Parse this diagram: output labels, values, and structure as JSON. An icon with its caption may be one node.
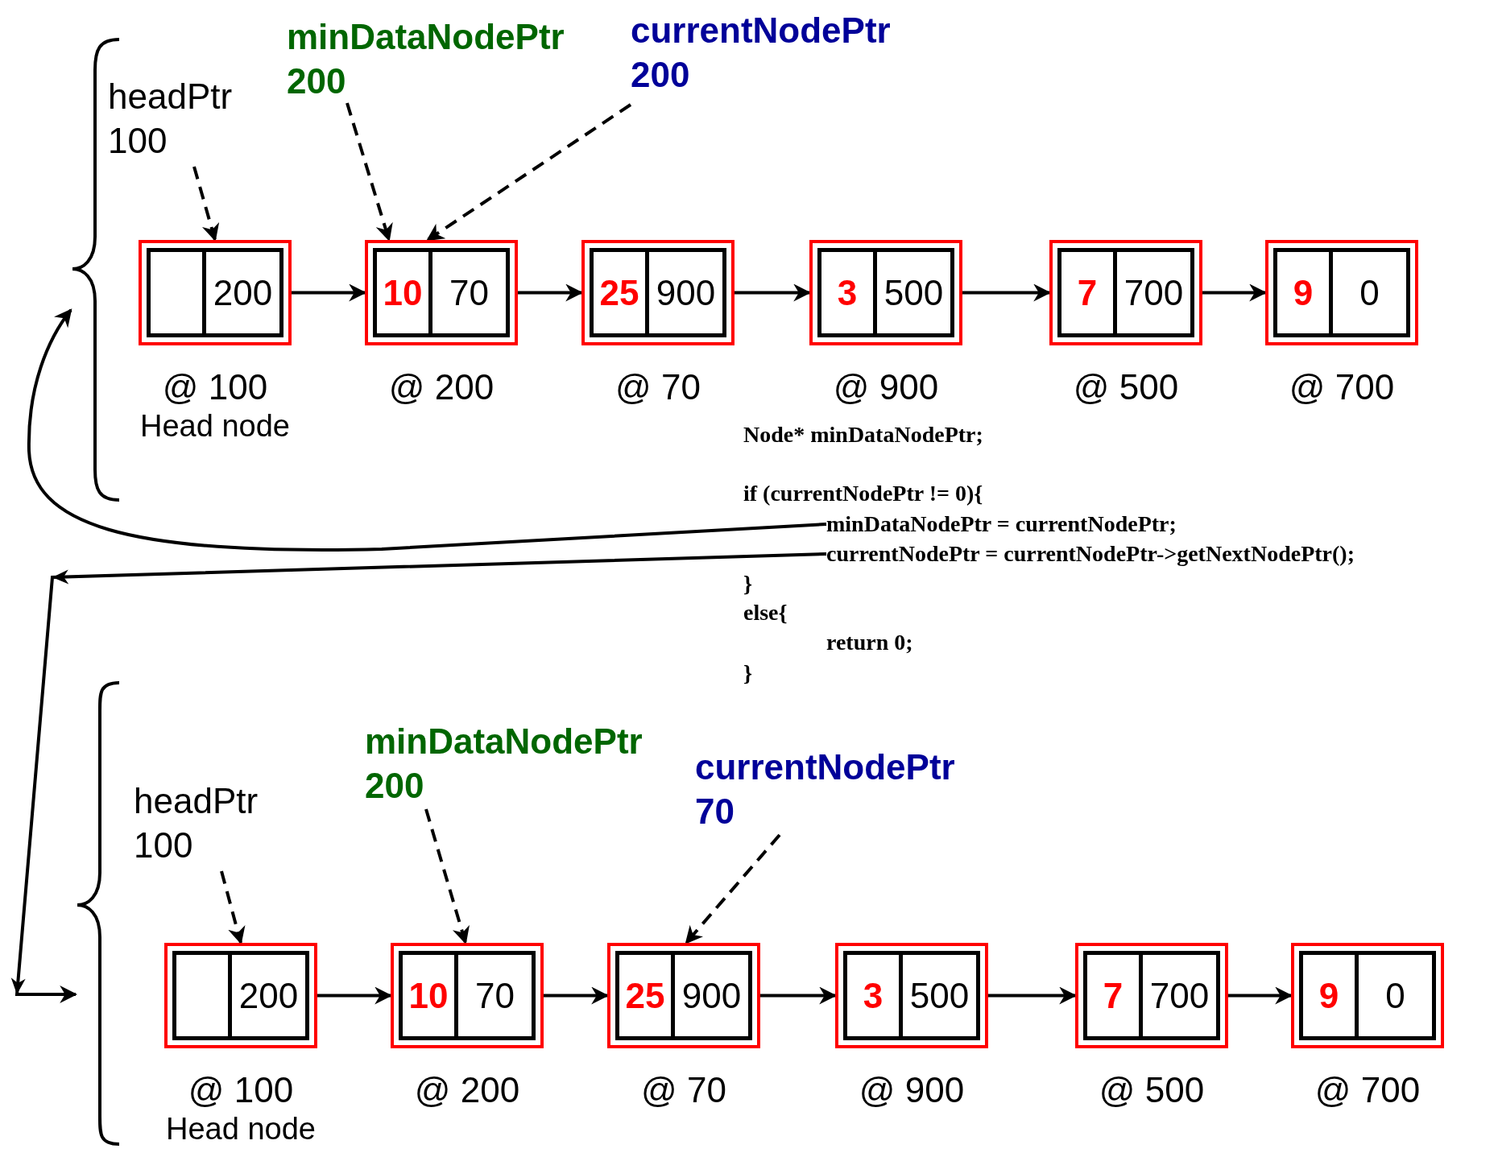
{
  "diagram": {
    "nodes": [
      {
        "text": [],
        "shape": "brace"
      },
      {
        "text": [
          "headPtr",
          "100"
        ]
      },
      {
        "text": [
          "minDataNodePtr",
          "200"
        ]
      },
      {
        "text": [
          "currentNodePtr",
          "200"
        ]
      },
      {
        "text": [
          "200"
        ],
        "beside": [
          "@ 100",
          "Head node"
        ]
      },
      {
        "text": [
          "10",
          "70"
        ],
        "beside": [
          "@ 200"
        ]
      },
      {
        "text": [
          "25",
          "900"
        ],
        "beside": [
          "@ 70"
        ]
      },
      {
        "text": [
          "3",
          "500"
        ],
        "beside": [
          "@ 900"
        ]
      },
      {
        "text": [
          "7",
          "700"
        ],
        "beside": [
          "@ 500"
        ]
      },
      {
        "text": [
          "9",
          "0"
        ],
        "beside": [
          "@ 700"
        ]
      },
      {
        "text": [
          "minDataNodePtr = currentNodePtr;"
        ]
      },
      {
        "text": [
          "currentNodePtr = currentNodePtr->getNextNodePtr();"
        ]
      },
      {
        "text": [],
        "shape": "brace"
      },
      {
        "text": [
          "headPtr",
          "100"
        ]
      },
      {
        "text": [
          "minDataNodePtr",
          "200"
        ]
      },
      {
        "text": [
          "currentNodePtr",
          "70"
        ]
      },
      {
        "text": [
          "200"
        ],
        "beside": [
          "@ 100",
          "Head node"
        ]
      },
      {
        "text": [
          "10",
          "70"
        ],
        "beside": [
          "@ 200"
        ]
      },
      {
        "text": [
          "25",
          "900"
        ],
        "beside": [
          "@ 70"
        ]
      },
      {
        "text": [
          "3",
          "500"
        ],
        "beside": [
          "@ 900"
        ]
      },
      {
        "text": [
          "7",
          "700"
        ],
        "beside": [
          "@ 500"
        ]
      },
      {
        "text": [
          "9",
          "0"
        ],
        "beside": [
          "@ 700"
        ]
      }
    ],
    "edges": [
      {
        "from": 1,
        "to": 4,
        "arrow": "to",
        "style": "dashed"
      },
      {
        "from": 2,
        "to": 5,
        "arrow": "to",
        "style": "dashed"
      },
      {
        "from": 3,
        "to": 5,
        "arrow": "to",
        "style": "dashed"
      },
      {
        "from": 4,
        "to": 5,
        "arrow": "to"
      },
      {
        "from": 5,
        "to": 6,
        "arrow": "to"
      },
      {
        "from": 6,
        "to": 7,
        "arrow": "to"
      },
      {
        "from": 7,
        "to": 8,
        "arrow": "to"
      },
      {
        "from": 8,
        "to": 9,
        "arrow": "to"
      },
      {
        "from": 10,
        "to": 0,
        "arrow": "to"
      },
      {
        "from": 11,
        "to": 12,
        "arrow": "to"
      },
      {
        "from": 13,
        "to": 16,
        "arrow": "to",
        "style": "dashed"
      },
      {
        "from": 14,
        "to": 17,
        "arrow": "to",
        "style": "dashed"
      },
      {
        "from": 15,
        "to": 18,
        "arrow": "to",
        "style": "dashed"
      },
      {
        "from": 16,
        "to": 17,
        "arrow": "to"
      },
      {
        "from": 17,
        "to": 18,
        "arrow": "to"
      },
      {
        "from": 18,
        "to": 19,
        "arrow": "to"
      },
      {
        "from": 19,
        "to": 20,
        "arrow": "to"
      },
      {
        "from": 20,
        "to": 21,
        "arrow": "to"
      }
    ],
    "labels": [
      "Node* minDataNodePtr;",
      "if (currentNodePtr != 0){",
      "}",
      "else{",
      "return 0;",
      "}"
    ]
  }
}
